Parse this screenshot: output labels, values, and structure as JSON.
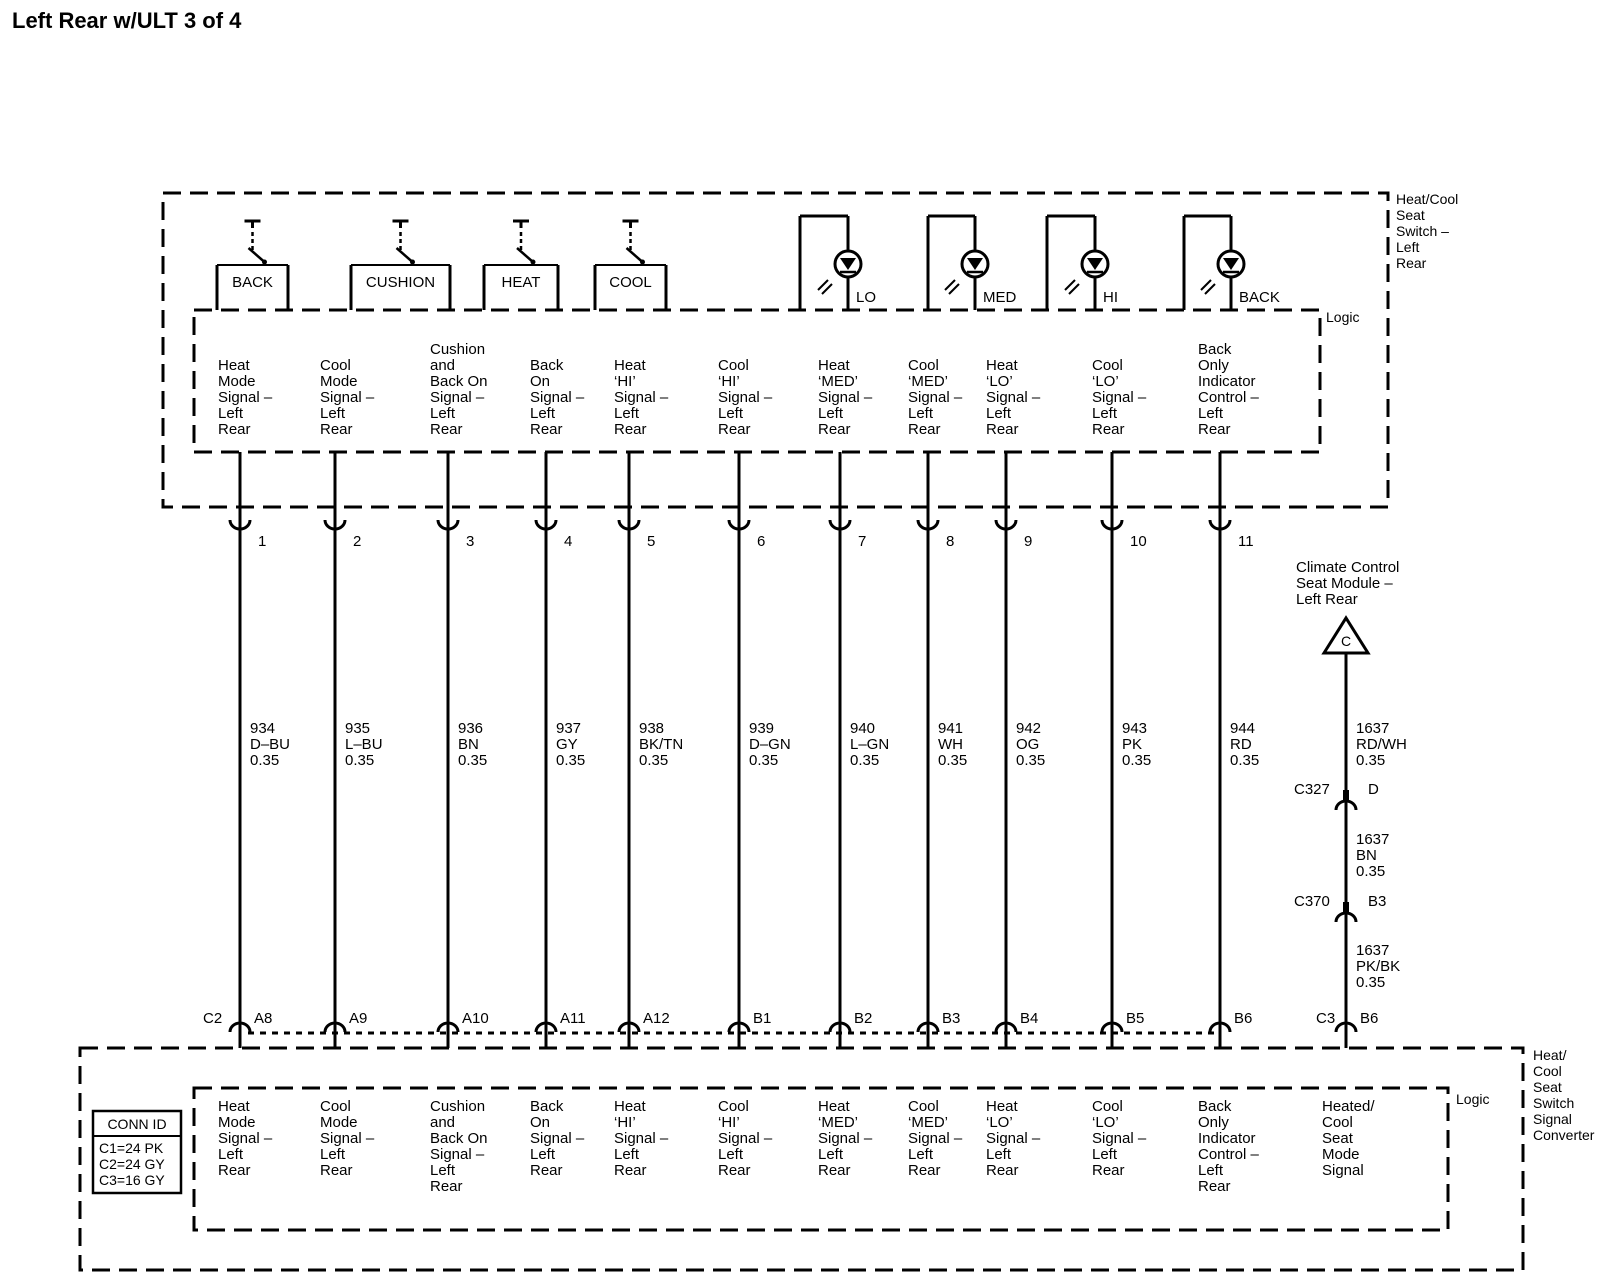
{
  "title": "Left Rear w/ULT 3 of 4",
  "top_module": {
    "name": [
      "Heat/Cool",
      "Seat",
      "Switch –",
      "Left",
      "Rear"
    ],
    "logic_label": "Logic",
    "switches": [
      "BACK",
      "CUSHION",
      "HEAT",
      "COOL"
    ],
    "indicators": [
      "LO",
      "MED",
      "HI",
      "BACK"
    ]
  },
  "bottom_module": {
    "name": [
      "Heat/",
      "Cool",
      "Seat",
      "Switch",
      "Signal",
      "Converter"
    ],
    "logic_label": "Logic",
    "conn_id": {
      "title": "CONN ID",
      "rows": [
        "C1=24 PK",
        "C2=24 GY",
        "C3=16 GY"
      ]
    },
    "c2_label": "C2",
    "c3_label": "C3"
  },
  "circuits": [
    {
      "top_label": [
        "Heat",
        "Mode",
        "Signal –",
        "Left",
        "Rear"
      ],
      "bottom_label": [
        "Heat",
        "Mode",
        "Signal –",
        "Left",
        "Rear"
      ],
      "pin": "1",
      "wire": [
        "934",
        "D–BU",
        "0.35"
      ],
      "bottom_pin": "A8"
    },
    {
      "top_label": [
        "Cool",
        "Mode",
        "Signal –",
        "Left",
        "Rear"
      ],
      "bottom_label": [
        "Cool",
        "Mode",
        "Signal –",
        "Left",
        "Rear"
      ],
      "pin": "2",
      "wire": [
        "935",
        "L–BU",
        "0.35"
      ],
      "bottom_pin": "A9"
    },
    {
      "top_label": [
        "Cushion",
        "and",
        "Back On",
        "Signal –",
        "Left",
        "Rear"
      ],
      "bottom_label": [
        "Cushion",
        "and",
        "Back On",
        "Signal –",
        "Left",
        "Rear"
      ],
      "pin": "3",
      "wire": [
        "936",
        "BN",
        "0.35"
      ],
      "bottom_pin": "A10"
    },
    {
      "top_label": [
        "Back",
        "On",
        "Signal –",
        "Left",
        "Rear"
      ],
      "bottom_label": [
        "Back",
        "On",
        "Signal –",
        "Left",
        "Rear"
      ],
      "pin": "4",
      "wire": [
        "937",
        "GY",
        "0.35"
      ],
      "bottom_pin": "A11"
    },
    {
      "top_label": [
        "Heat",
        "‘HI’",
        "Signal –",
        "Left",
        "Rear"
      ],
      "bottom_label": [
        "Heat",
        "‘HI’",
        "Signal –",
        "Left",
        "Rear"
      ],
      "pin": "5",
      "wire": [
        "938",
        "BK/TN",
        "0.35"
      ],
      "bottom_pin": "A12"
    },
    {
      "top_label": [
        "Cool",
        "‘HI’",
        "Signal –",
        "Left",
        "Rear"
      ],
      "bottom_label": [
        "Cool",
        "‘HI’",
        "Signal –",
        "Left",
        "Rear"
      ],
      "pin": "6",
      "wire": [
        "939",
        "D–GN",
        "0.35"
      ],
      "bottom_pin": "B1"
    },
    {
      "top_label": [
        "Heat",
        "‘MED’",
        "Signal –",
        "Left",
        "Rear"
      ],
      "bottom_label": [
        "Heat",
        "‘MED’",
        "Signal –",
        "Left",
        "Rear"
      ],
      "pin": "7",
      "wire": [
        "940",
        "L–GN",
        "0.35"
      ],
      "bottom_pin": "B2"
    },
    {
      "top_label": [
        "Cool",
        "‘MED’",
        "Signal –",
        "Left",
        "Rear"
      ],
      "bottom_label": [
        "Cool",
        "‘MED’",
        "Signal –",
        "Left",
        "Rear"
      ],
      "pin": "8",
      "wire": [
        "941",
        "WH",
        "0.35"
      ],
      "bottom_pin": "B3"
    },
    {
      "top_label": [
        "Heat",
        "‘LO’",
        "Signal –",
        "Left",
        "Rear"
      ],
      "bottom_label": [
        "Heat",
        "‘LO’",
        "Signal –",
        "Left",
        "Rear"
      ],
      "pin": "9",
      "wire": [
        "942",
        "OG",
        "0.35"
      ],
      "bottom_pin": "B4"
    },
    {
      "top_label": [
        "Cool",
        "‘LO’",
        "Signal –",
        "Left",
        "Rear"
      ],
      "bottom_label": [
        "Cool",
        "‘LO’",
        "Signal –",
        "Left",
        "Rear"
      ],
      "pin": "10",
      "wire": [
        "943",
        "PK",
        "0.35"
      ],
      "bottom_pin": "B5"
    },
    {
      "top_label": [
        "Back",
        "Only",
        "Indicator",
        "Control –",
        "Left",
        "Rear"
      ],
      "bottom_label": [
        "Back",
        "Only",
        "Indicator",
        "Control –",
        "Left",
        "Rear"
      ],
      "pin": "11",
      "wire": [
        "944",
        "RD",
        "0.35"
      ],
      "bottom_pin": "B6"
    }
  ],
  "climate": {
    "module_label": [
      "Climate Control",
      "Seat Module –",
      "Left Rear"
    ],
    "ref_letter": "C",
    "segments": [
      {
        "wire": [
          "1637",
          "RD/WH",
          "0.35"
        ]
      },
      {
        "wire": [
          "1637",
          "BN",
          "0.35"
        ]
      },
      {
        "wire": [
          "1637",
          "PK/BK",
          "0.35"
        ]
      }
    ],
    "inline_connectors": [
      {
        "name": "C327",
        "pin": "D"
      },
      {
        "name": "C370",
        "pin": "B3"
      }
    ],
    "bottom_pin": "B6",
    "bottom_label": [
      "Heated/",
      "Cool",
      "Seat",
      "Mode",
      "Signal"
    ]
  }
}
